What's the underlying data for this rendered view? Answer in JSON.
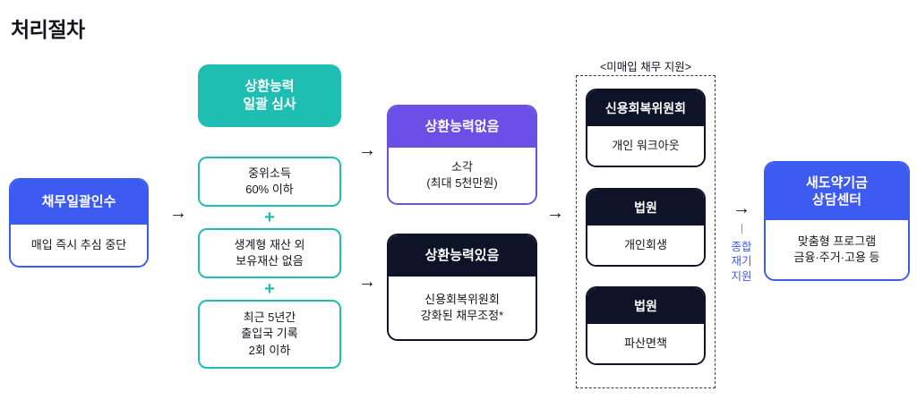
{
  "title": "처리절차",
  "icons": {
    "arrow_right": "→",
    "plus": "+"
  },
  "colors": {
    "blue": "#3D5AF1",
    "teal": "#1FBEB2",
    "purple": "#6C4FE6",
    "navy": "#0E1328",
    "ink": "#15161D"
  },
  "flow": {
    "start": {
      "header": "채무일괄인수",
      "body": "매입 즉시 추심 중단"
    },
    "screening": {
      "header": "상환능력\n일괄 심사",
      "criteria": [
        "중위소득\n60% 이하",
        "생계형 재산 외\n보유재산 없음",
        "최근 5년간\n출입국 기록\n2회 이하"
      ]
    },
    "no_ability": {
      "header": "상환능력없음",
      "body": "소각\n(최대 5천만원)"
    },
    "has_ability": {
      "header": "상환능력있음",
      "body": "신용회복위원회\n강화된 채무조정*"
    },
    "unpurchased": {
      "label": "<미매입 채무 지원>",
      "cards": [
        {
          "header": "신용회복위원회",
          "body": "개인 워크아웃"
        },
        {
          "header": "법원",
          "body": "개인회생"
        },
        {
          "header": "법원",
          "body": "파산면책"
        }
      ]
    },
    "support_label": "종합\n재기\n지원",
    "end": {
      "header": "새도약기금\n상담센터",
      "body": "맞춤형 프로그램\n금융·주거·고용 등"
    }
  }
}
